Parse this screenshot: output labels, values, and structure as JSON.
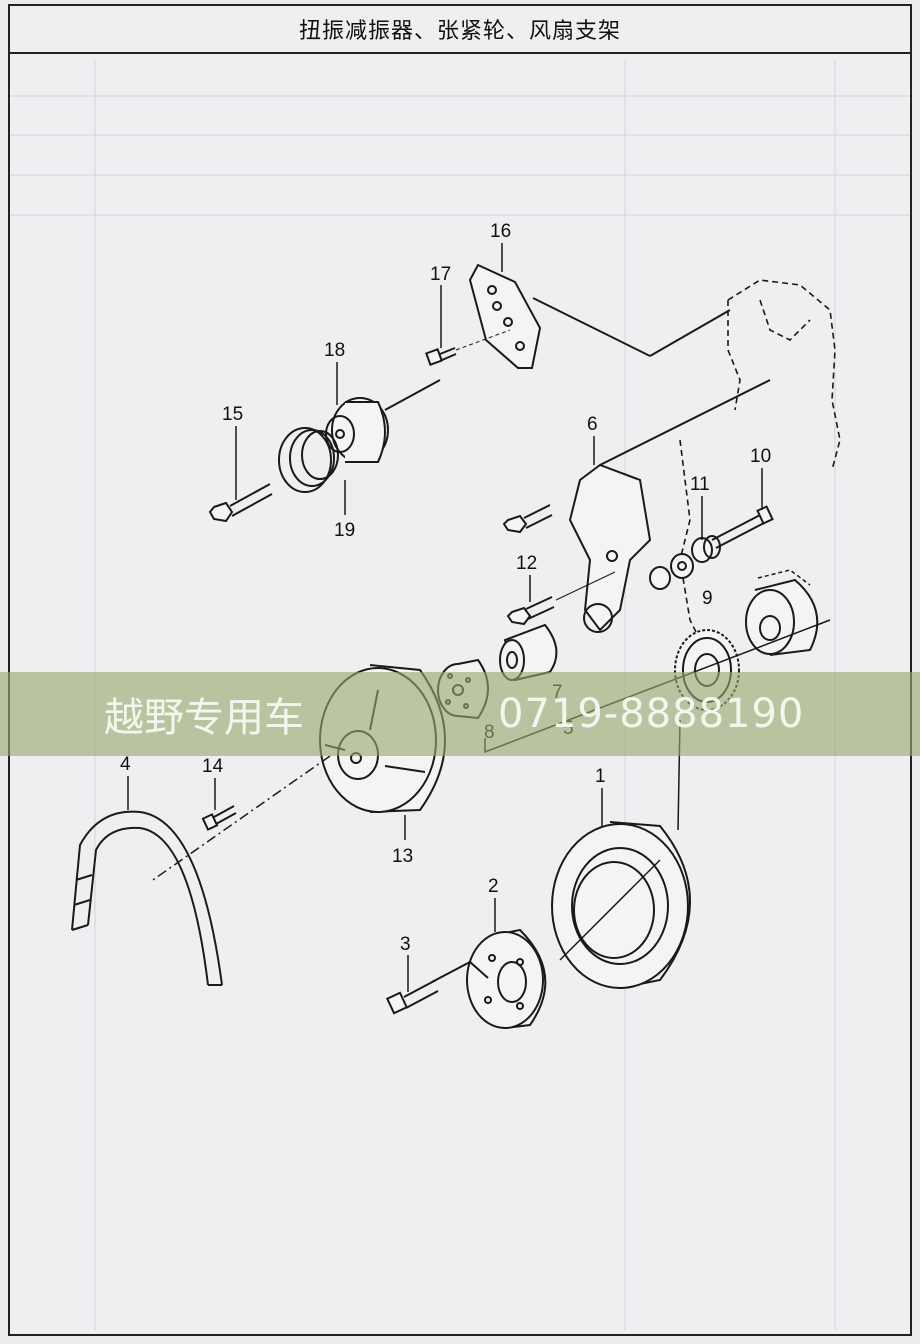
{
  "page": {
    "title": "扭振减振器、张紧轮、风扇支架"
  },
  "callouts": [
    "1",
    "2",
    "3",
    "4",
    "5",
    "6",
    "7",
    "8",
    "9",
    "10",
    "11",
    "12",
    "13",
    "14",
    "15",
    "16",
    "17",
    "18",
    "19"
  ],
  "watermark": {
    "name": "越野专用车",
    "phone": "0719-8888190"
  },
  "colors": {
    "ink": "#1a1a1a",
    "paper": "#efeef1",
    "watermark_band": "#96aa6e"
  }
}
